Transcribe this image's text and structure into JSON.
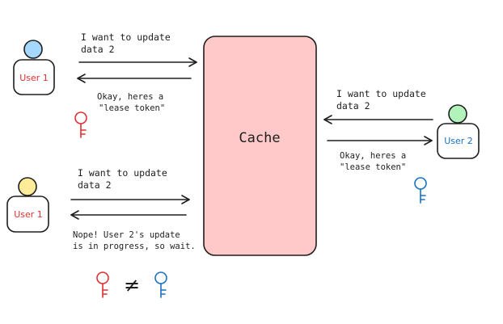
{
  "cache": {
    "label": "Cache",
    "fill": "#ffc9c9",
    "stroke": "#1e1e1e"
  },
  "users": [
    {
      "id": "user_a",
      "label": "User 1",
      "head_color": "#a5d8ff",
      "label_color": "#e03131"
    },
    {
      "id": "user_b",
      "label": "User 2",
      "head_color": "#b2f2bb",
      "label_color": "#1971c2"
    },
    {
      "id": "user_c",
      "label": "User 1",
      "head_color": "#ffec99",
      "label_color": "#e03131"
    }
  ],
  "messages": {
    "top_left_request": [
      "I want to update",
      "data 2"
    ],
    "top_left_response": [
      "Okay, heres a",
      "\"lease token\""
    ],
    "right_request": [
      "I want to update",
      "data 2"
    ],
    "right_response": [
      "Okay, heres a",
      "\"lease token\""
    ],
    "bottom_left_request": [
      "I want to update",
      "data 2"
    ],
    "bottom_left_response": [
      "Nope! User 2's update",
      "is in progress, so wait."
    ]
  },
  "keys": {
    "red": "#e03131",
    "blue": "#1971c2"
  },
  "comparison": {
    "symbol": "≠"
  },
  "icons": [
    "user-icon",
    "key-icon",
    "arrow-right-icon",
    "arrow-left-icon"
  ]
}
